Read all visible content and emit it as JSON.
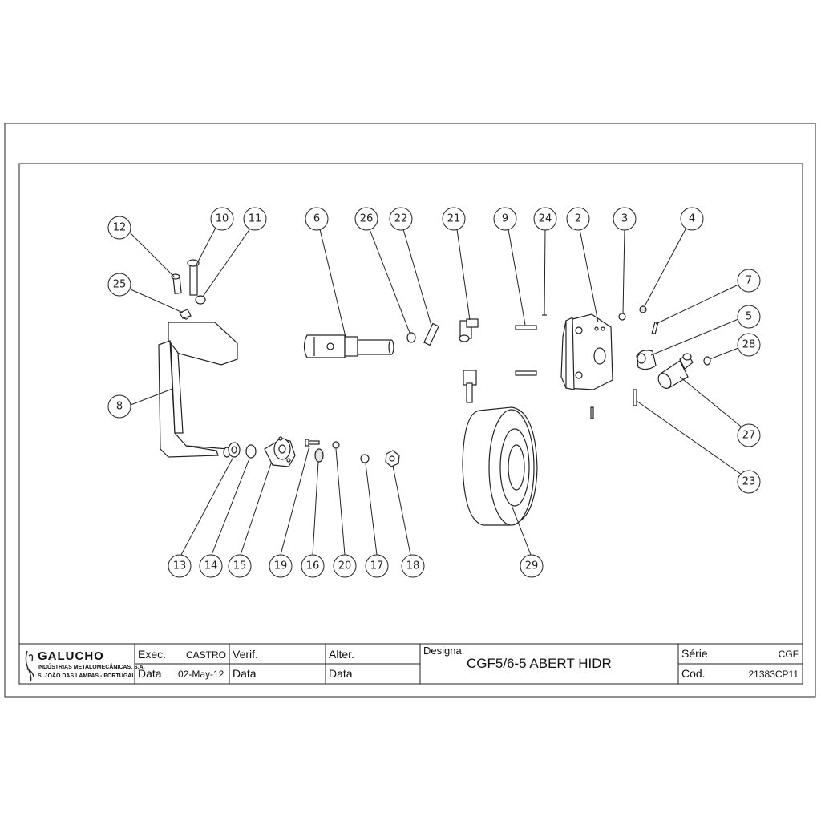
{
  "logo": {
    "brand": "GALUCHO",
    "company": "INDÚSTRIAS METALOMECÂNICAS, S.A.",
    "address": "S. JOÃO DAS LAMPAS - PORTUGAL"
  },
  "title_block": {
    "exec_label": "Exec.",
    "exec_value": "CASTRO",
    "data_label": "Data",
    "exec_date": "02-May-12",
    "verif_label": "Verif.",
    "verif_data_label": "Data",
    "alter_label": "Alter.",
    "alter_data_label": "Data",
    "designa_label": "Designa.",
    "designa_value": "CGF5/6-5 ABERT HIDR",
    "serie_label": "Série",
    "serie_value": "CGF",
    "cod_label": "Cod.",
    "cod_value": "21383CP11"
  },
  "balloons": [
    "12",
    "10",
    "11",
    "25",
    "8",
    "6",
    "26",
    "22",
    "21",
    "9",
    "24",
    "2",
    "3",
    "4",
    "7",
    "5",
    "28",
    "27",
    "23",
    "13",
    "14",
    "15",
    "19",
    "16",
    "20",
    "17",
    "18",
    "29"
  ]
}
